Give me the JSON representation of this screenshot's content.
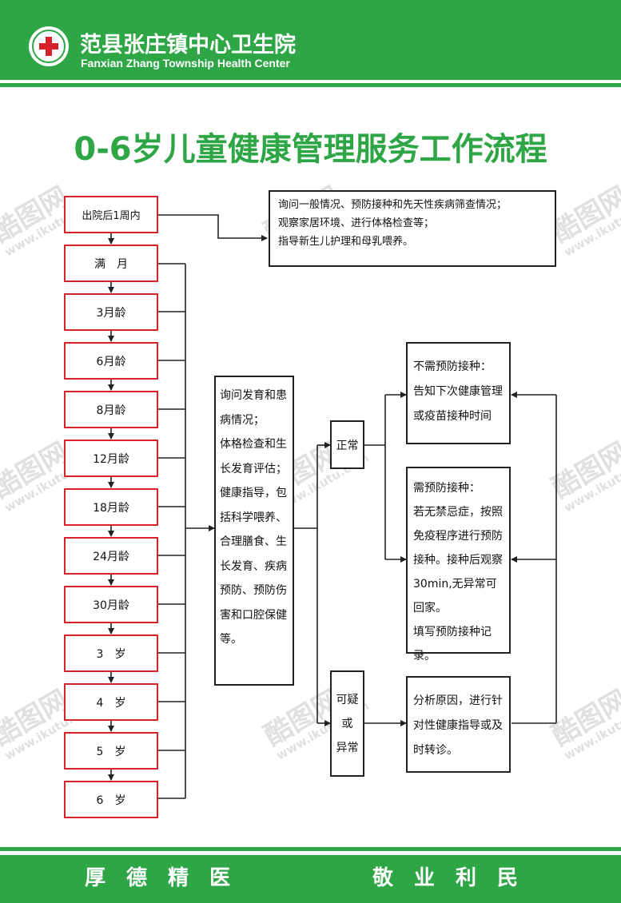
{
  "header": {
    "name_cn": "范县张庄镇中心卫生院",
    "name_en": "Fanxian Zhang Township Health Center"
  },
  "title": "0-6岁儿童健康管理服务工作流程",
  "ages": [
    "出院后1周内",
    "满　月",
    "3月龄",
    "6月龄",
    "8月龄",
    "12月龄",
    "18月龄",
    "24月龄",
    "30月龄",
    "3　岁",
    "4　岁",
    "5　岁",
    "6　岁"
  ],
  "first_visit_note": [
    "询问一般情况、预防接种和先天性疾病筛查情况；",
    "观察家居环境、进行体格检查等；",
    "指导新生儿护理和母乳喂养。"
  ],
  "routine_box": [
    "询问发育和患",
    "病情况；",
    "体格检查和生",
    "长发育评估；",
    "健康指导，包",
    "括科学喂养、",
    "合理膳食、生",
    "长发育、疾病",
    "预防、预防伤",
    "害和口腔保健",
    "等。"
  ],
  "normal_label": "正常",
  "abnormal_label": [
    "可疑",
    "或",
    "异常"
  ],
  "no_vaccine_box": [
    "不需预防接种：",
    "告知下次健康管理",
    "或疫苗接种时间"
  ],
  "vaccine_box": [
    "需预防接种：",
    "若无禁忌症，按照",
    "免疫程序进行预防",
    "接种。接种后观察",
    "30min,无异常可",
    "回家。",
    "填写预防接种记录。"
  ],
  "referral_box": [
    "分析原因，进行针",
    "对性健康指导或及",
    "时转诊。"
  ],
  "footer": {
    "left": "厚德精医",
    "right": "敬业利民"
  },
  "watermark": {
    "text": "酷图网",
    "url": "www.ikutu.com"
  },
  "colors": {
    "brand_green": "#2fa646",
    "age_border_red": "#d7222a",
    "line_black": "#222222"
  }
}
